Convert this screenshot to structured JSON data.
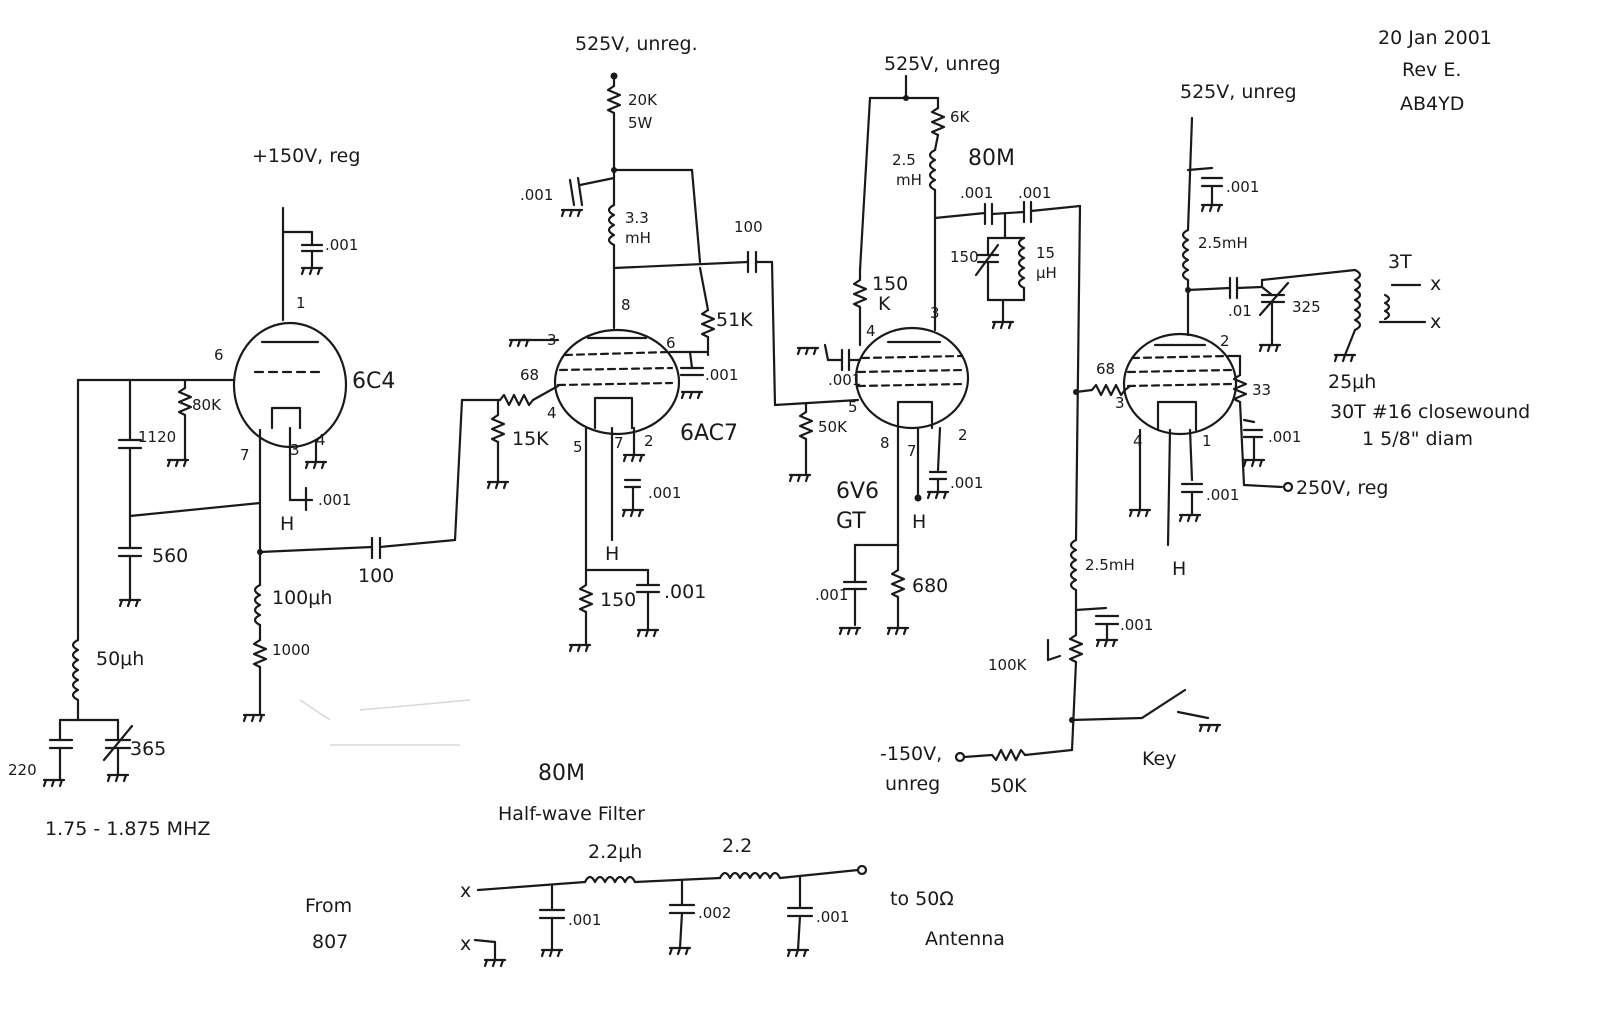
{
  "header": {
    "date": "20 Jan 2001",
    "revision": "Rev E.",
    "callsign": "AB4YD"
  },
  "tubes": {
    "v1": {
      "type": "6C4",
      "pins": [
        "1",
        "6",
        "7",
        "3",
        "4"
      ]
    },
    "v2": {
      "type": "6AC7",
      "pins": [
        "8",
        "3",
        "6",
        "4",
        "5",
        "7",
        "2"
      ]
    },
    "v3": {
      "type_line1": "6V6",
      "type_line2": "GT",
      "pins": [
        "3",
        "4",
        "5",
        "8",
        "7",
        "2"
      ]
    },
    "v4": {
      "pins": [
        "2",
        "3",
        "4",
        "1"
      ]
    }
  },
  "supplies": {
    "v1": "+150V, reg",
    "v2": "525V, unreg.",
    "v3": "525V, unreg",
    "v4": "525V, unreg",
    "screen": "250V, reg",
    "bias": "-150V,",
    "bias2": "unreg"
  },
  "heater": "H",
  "components": {
    "c_001": ".001",
    "c_01": ".01",
    "c_002": ".002",
    "c_1120": "1120",
    "c_560": "560",
    "c_100": "100",
    "c_220": "220",
    "c_365": "365",
    "c_150": "150",
    "c_325": "325",
    "r_80k": "80K",
    "r_20k": "20K",
    "r_5w": "5W",
    "r_51k": "51K",
    "r_15k": "15K",
    "r_68": "68",
    "r_150": "150",
    "r_150k": "150",
    "r_150k_k": "K",
    "r_50k": "50K",
    "r_680": "680",
    "r_6k": "6K",
    "r_33": "33",
    "r_100k": "100K",
    "r_1000": "1000",
    "l_100uh": "100μh",
    "l_50uh": "50μh",
    "l_33mh_a": "3.3",
    "l_33mh_b": "mH",
    "l_25mh_a": "2.5",
    "l_25mh_b": "mH",
    "l_25mh_rfc": "2.5mH",
    "l_25mh_rfc2": "2.5mH",
    "l_15uh": "15",
    "l_15uh_b": "μH",
    "l_3t": "3T",
    "l_25uh": "25μh",
    "l_30t": "30T #16 closewound",
    "l_30t_diam": "1 5/8\" diam",
    "l_22uh": "2.2μh",
    "l_22": "2.2"
  },
  "labels": {
    "band_80m": "80M",
    "freq_range": "1.75 - 1.875 MHZ",
    "key": "Key",
    "filter_title_1": "80M",
    "filter_title_2": "Half-wave Filter",
    "from_1": "From",
    "from_2": "807",
    "to_1": "to 50Ω",
    "to_2": "Antenna",
    "x": "x"
  }
}
